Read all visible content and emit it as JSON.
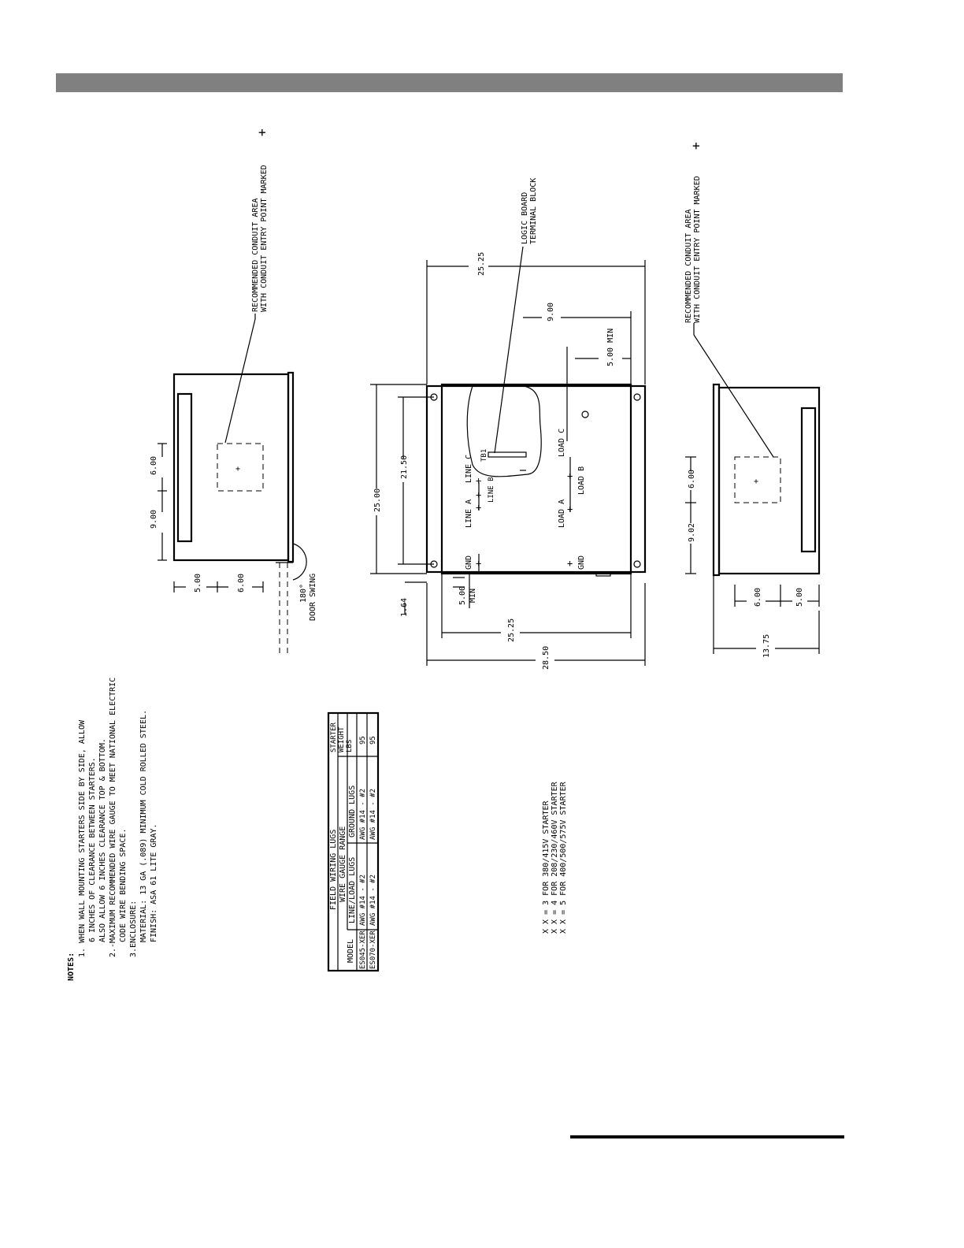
{
  "notes": {
    "heading": "NOTES:",
    "lines": [
      "1. WHEN WALL MOUNTING STARTERS SIDE BY SIDE, ALLOW",
      "6 INCHES OF CLEARANCE BETWEEN STARTERS.",
      "ALSO ALLOW 6 INCHES CLEARANCE TOP & BOTTOM.",
      "2.-MAXIMUM RECOMMENDED WIRE GAUGE TO MEET NATIONAL ELECTRIC",
      "CODE WIRE BENDING SPACE.",
      "3.ENCLOSURE:",
      "MATERIAL: 13 GA (.089) MINIMUM COLD ROLLED STEEL.",
      "FINISH: ASA 61 LITE GRAY."
    ]
  },
  "wiring_table": {
    "title": "FIELD WIRING LUGS",
    "col_model": "MODEL",
    "group_header": "WIRE GAUGE RANGE",
    "col_line_load": "LINE/LOAD LUGS",
    "col_ground": "GROUND LUGS",
    "col_weight_lines": [
      "STARTER",
      "WEIGHT",
      "LBS"
    ],
    "rows": [
      {
        "model": "ES045-XER",
        "line_load": "AWG #14 - #2",
        "ground": "AWG #14 - #2",
        "weight": "95"
      },
      {
        "model": "ES070-XER",
        "line_load": "AWG #14 - #2",
        "ground": "AWG #14 - #2",
        "weight": "95"
      }
    ]
  },
  "voltage_notes": [
    "X X = 3 FOR 380/415V STARTER",
    "X X = 4 FOR 208/230/460V STARTER",
    "X X = 5 FOR 400/500/575V STARTER"
  ],
  "left_view": {
    "callout_lines": [
      "RECOMMENDED CONDUIT AREA",
      "WITH CONDUIT ENTRY POINT MARKED"
    ],
    "callout_mark": "+",
    "dims": {
      "a": "6.00",
      "b": "9.00",
      "c": "5.00",
      "d": "6.00"
    },
    "swing_lines": [
      "180°",
      "DOOR SWING"
    ]
  },
  "front_view": {
    "callout_lines": [
      "LOGIC BOARD",
      "TERMINAL BLOCK"
    ],
    "dims": {
      "top_overall": "25.25",
      "top_inner": "9.00",
      "top_min": "5.00 MIN",
      "left_height": "25.00",
      "left_inner": "21.50",
      "bottom_inner": "25.25",
      "bottom_overall": "28.50",
      "offset": "1.64",
      "gnd_min_value": "5.00",
      "gnd_min_label": "MIN"
    },
    "terminals": {
      "line_a": "LINE A",
      "line_b": "LINE B",
      "line_c": "LINE C",
      "tb": "TB1",
      "load_a": "LOAD A",
      "load_b": "LOAD B",
      "load_c": "LOAD C",
      "gnd_line": "GND",
      "gnd_load": "GND"
    }
  },
  "right_view": {
    "callout_lines": [
      "RECOMMENDED CONDUIT AREA",
      "WITH CONDUIT ENTRY POINT MARKED"
    ],
    "callout_mark": "+",
    "dims": {
      "a": "9.02",
      "b": "6.00",
      "c": "6.00",
      "d": "5.00",
      "depth": "13.75"
    }
  }
}
